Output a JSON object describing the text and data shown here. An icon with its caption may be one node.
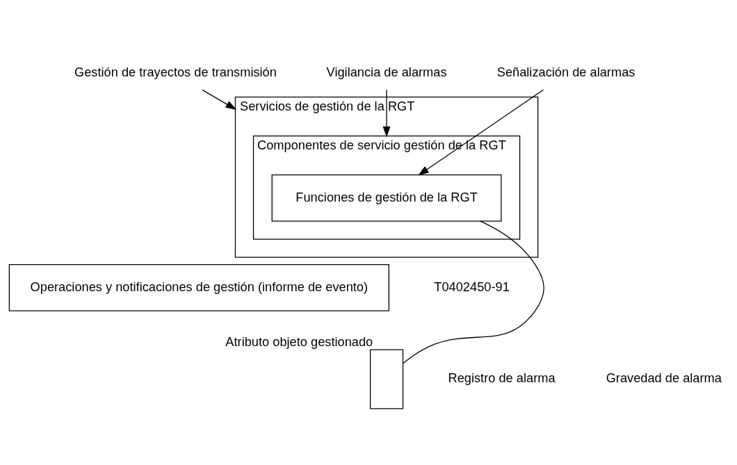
{
  "diagram": {
    "nodes": [
      {
        "text": [
          "Servicios de gestión de la RGT"
        ]
      },
      {
        "text": [
          "Componentes de servicio gestión de la RGT"
        ],
        "in": 0
      },
      {
        "text": [
          "Funciones de gestión de la RGT"
        ],
        "in": 1
      },
      {
        "text": [
          "Gestión de trayectos de transmisión"
        ]
      },
      {
        "text": [
          "Vigilancia de alarmas"
        ]
      },
      {
        "text": [
          "Señalización de alarmas"
        ]
      },
      {
        "text": [
          "Operaciones y notificaciones de gestión (informe de evento)"
        ]
      },
      {
        "text": [],
        "shape": "box",
        "beside": [
          "Atributo objeto gestionado"
        ]
      }
    ],
    "edges": [
      {
        "from": 3,
        "to": 0,
        "arrow": "to"
      },
      {
        "from": 4,
        "to": 1,
        "arrow": "to"
      },
      {
        "from": 5,
        "to": 2,
        "arrow": "to"
      },
      {
        "from": 2,
        "to": 7,
        "arrow": "none"
      }
    ],
    "labels": [
      "T0402450-91",
      "Registro de alarma",
      "Gravedad de alarma"
    ]
  }
}
